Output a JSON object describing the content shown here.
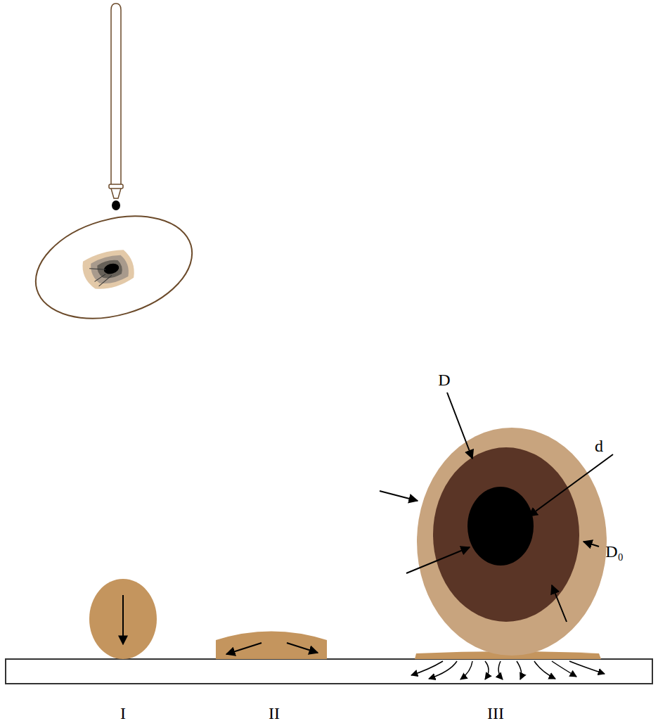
{
  "diagram": {
    "labels": [
      "D",
      "d",
      "D₀",
      "I",
      "II",
      "III"
    ]
  }
}
